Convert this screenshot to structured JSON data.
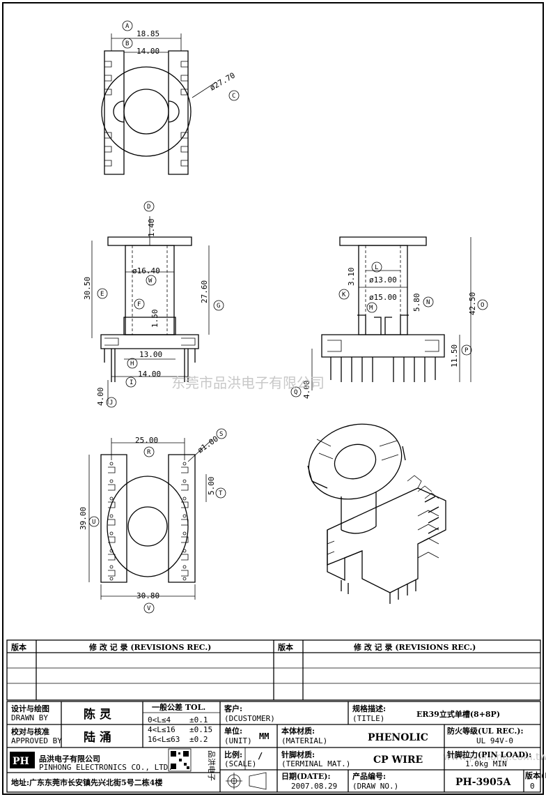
{
  "dimensions": {
    "a": "18.85",
    "b": "14.00",
    "c": "ø27.70",
    "d": "1.40",
    "w": "ø16.40",
    "e": "30.50",
    "f": "1.50",
    "g": "27.60",
    "h": "13.00",
    "i": "14.00",
    "j": "4.00",
    "k": "3.10",
    "l": "ø13.00",
    "m": "ø15.00",
    "n": "5.80",
    "o": "42.50",
    "p": "11.50",
    "q": "4.00",
    "r": "25.00",
    "s": "ø1.00",
    "t": "5.00",
    "u": "39.00",
    "v": "30.80"
  },
  "callouts": {
    "A": "A",
    "B": "B",
    "C": "C",
    "D": "D",
    "E": "E",
    "F": "F",
    "G": "G",
    "H": "H",
    "I": "I",
    "J": "J",
    "K": "K",
    "L": "L",
    "M": "M",
    "N": "N",
    "O": "O",
    "P": "P",
    "Q": "Q",
    "R": "R",
    "S": "S",
    "T": "T",
    "U": "U",
    "V": "V",
    "W": "W"
  },
  "watermark": {
    "center": "东莞市品洪电子有限公司",
    "corner": "www.pinhong.com.tw"
  },
  "revisions": {
    "col_version": "版本",
    "col_record": "修 改 记 录 (REVISIONS REC.)",
    "col_version_2": "版本",
    "col_record_2": "修 改 记 录 (REVISIONS REC.)"
  },
  "title_block": {
    "drawn_label_cn": "设计与绘图",
    "drawn_label_en": "DRAWN BY",
    "drawn_value": "陈 灵",
    "approved_label_cn": "校对与核准",
    "approved_label_en": "APPROVED BY",
    "approved_value": "陆 涌",
    "tol_title": "一般公差 TOL.",
    "tol_rows": [
      {
        "range": "0<L≤4",
        "tol": "±0.1"
      },
      {
        "range": "4<L≤16",
        "tol": "±0.15"
      },
      {
        "range": "16<L≤63",
        "tol": "±0.2"
      }
    ],
    "customer_label_cn": "客户:",
    "customer_label_en": "(DCUSTOMER)",
    "title_label_cn": "规格描述:",
    "title_label_en": "(TITLE)",
    "title_value": "ER39立式单槽(8+8P)",
    "unit_label_cn": "单位:",
    "unit_label_en": "(UNIT)",
    "unit_value": "MM",
    "material_label_cn": "本体材质:",
    "material_label_en": "(MATERIAL)",
    "material_value": "PHENOLIC",
    "ul_label_cn": "防火等级(UL REC.):",
    "ul_value": "UL 94V-0",
    "scale_label_cn": "比例:",
    "scale_label_en": "(SCALE)",
    "scale_value": "/",
    "terminal_label_cn": "针脚材质:",
    "terminal_label_en": "(TERMINAL MAT.)",
    "terminal_value": "CP WIRE",
    "pinload_label_cn": "针脚拉力(PIN LOAD):",
    "pinload_value": "1.0kg MIN",
    "date_label_cn": "日期(DATE):",
    "date_value": "2007.08.29",
    "drawno_label_cn": "产品编号:",
    "drawno_label_en": "(DRAW NO.)",
    "drawno_value": "PH-3905A",
    "rev_label_cn": "版本(REV):",
    "rev_value": "0",
    "company_cn": "品洪电子有限公司",
    "company_en": "PINHONG ELECTRONICS CO., LTD.",
    "logo_text": "PH",
    "qr_caption": "品洪电子",
    "address": "地址:广东东莞市长安镇先兴北街5号二栋4楼"
  }
}
